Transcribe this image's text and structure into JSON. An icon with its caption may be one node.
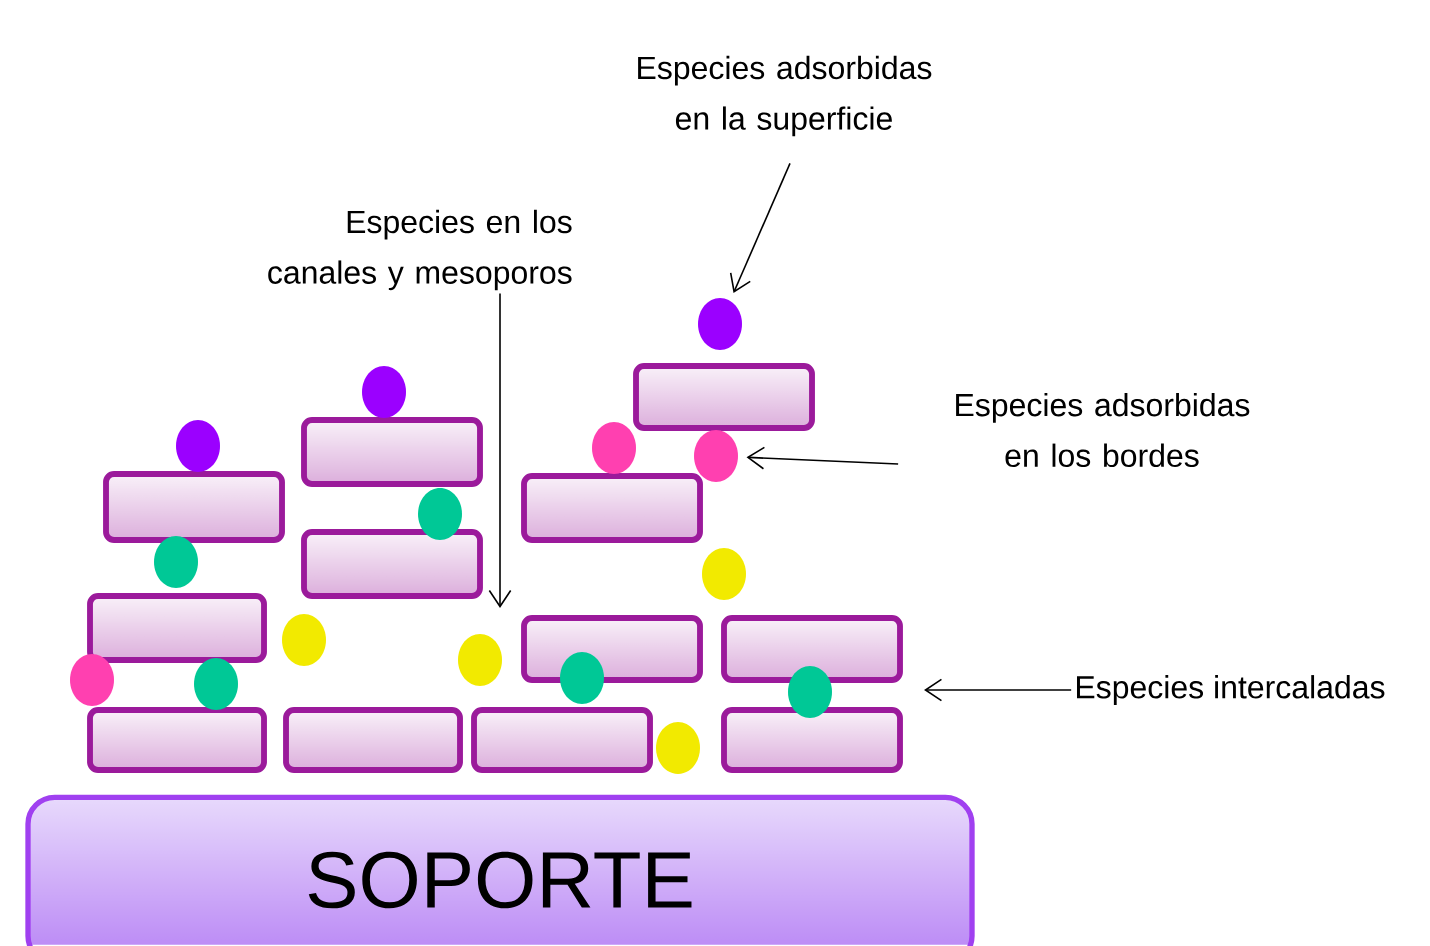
{
  "diagram": {
    "nodes": [
      {
        "text": [
          "Especies adsorbidas en la superficie"
        ]
      },
      {
        "text": [],
        "shape": "circle"
      },
      {
        "text": [
          "Especies en los canales y mesoporos"
        ]
      },
      {
        "text": [
          "Especies adsorbidas en los bordes"
        ]
      },
      {
        "text": [],
        "shape": "circle"
      },
      {
        "text": [
          "Especies intercaladas"
        ]
      },
      {
        "text": [
          "SOPORTE"
        ]
      }
    ],
    "edges": [
      {
        "from": 0,
        "to": 1,
        "arrow": "to"
      },
      {
        "from": 2,
        "to": null,
        "arrow": "to"
      },
      {
        "from": 3,
        "to": 4,
        "arrow": "to"
      },
      {
        "from": 5,
        "to": null,
        "arrow": "to"
      }
    ]
  }
}
